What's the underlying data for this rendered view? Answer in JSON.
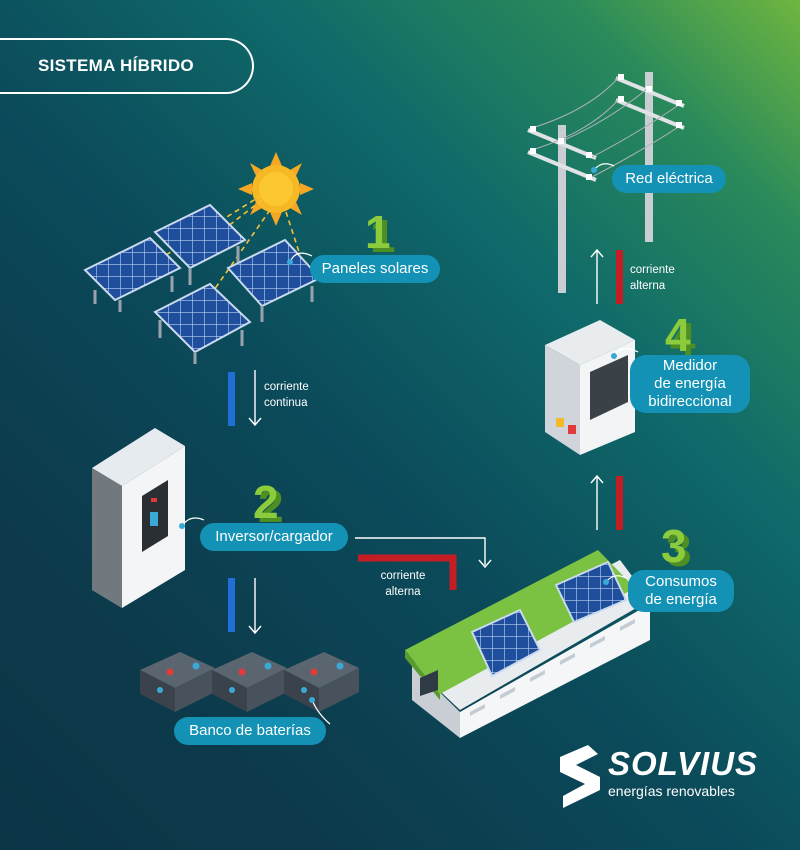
{
  "title": "SISTEMA HÍBRIDO",
  "steps": [
    {
      "number": "1",
      "label_lines": [
        "Paneles solares"
      ]
    },
    {
      "number": "2",
      "label_lines": [
        "Inversor/cargador"
      ]
    },
    {
      "number": "3",
      "label_lines": [
        "Consumos",
        "de energía"
      ]
    },
    {
      "number": "4",
      "label_lines": [
        "Medidor",
        "de energía",
        "bidireccional"
      ]
    }
  ],
  "battery_label": "Banco de baterías",
  "grid_label": "Red eléctrica",
  "flows": [
    {
      "from": "Paneles solares",
      "to": "Inversor/cargador",
      "label_lines": [
        "corriente",
        "continua"
      ],
      "type": "DC",
      "color": "#1f6fd6"
    },
    {
      "from": "Inversor/cargador",
      "to": "Banco de baterías",
      "label_lines": [],
      "type": "DC",
      "color": "#1f6fd6"
    },
    {
      "from": "Inversor/cargador",
      "to": "Consumos de energía",
      "label_lines": [
        "corriente",
        "alterna"
      ],
      "type": "AC",
      "color": "#c41e24"
    },
    {
      "from": "Consumos de energía",
      "to": "Medidor de energía bidireccional",
      "label_lines": [],
      "type": "AC",
      "color": "#c41e24"
    },
    {
      "from": "Medidor de energía bidireccional",
      "to": "Red eléctrica",
      "label_lines": [
        "corriente",
        "alterna"
      ],
      "type": "AC",
      "color": "#c41e24"
    }
  ],
  "brand": {
    "name": "SOLVIUS",
    "tagline": "energías renovables"
  },
  "colors": {
    "label_fill": "#1392b5",
    "dc": "#1f6fd6",
    "ac": "#c41e24",
    "number_green": "#8ccc3c",
    "roof_green": "#7cc242"
  }
}
